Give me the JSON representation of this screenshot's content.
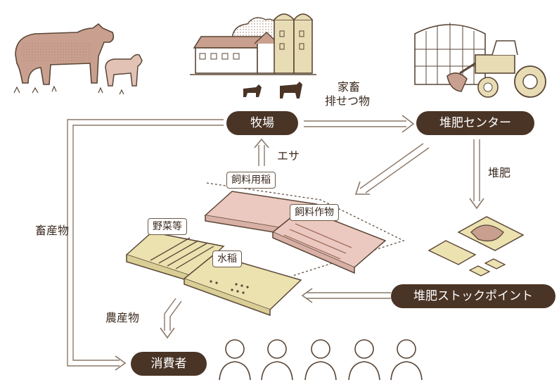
{
  "nodes": {
    "farm": "牧場",
    "compost_center": "堆肥センター",
    "compost_stock": "堆肥ストックポイント",
    "consumer": "消費者"
  },
  "flows": {
    "manure_line1": "家畜",
    "manure_line2": "排せつ物",
    "feed": "エサ",
    "compost": "堆肥",
    "livestock_products": "畜産物",
    "agri_products": "農産物"
  },
  "fields": {
    "feed_rice": "飼料用稲",
    "feed_crops": "飼料作物",
    "vegetables": "野菜等",
    "paddy_rice": "水稲"
  },
  "colors": {
    "pill": "#4a3426",
    "line": "#8a7868",
    "field_pink": "#ecc9c0",
    "field_yellow": "#ebe2b0",
    "cow": "#c9a08f",
    "silo": "#e8dcb4"
  }
}
